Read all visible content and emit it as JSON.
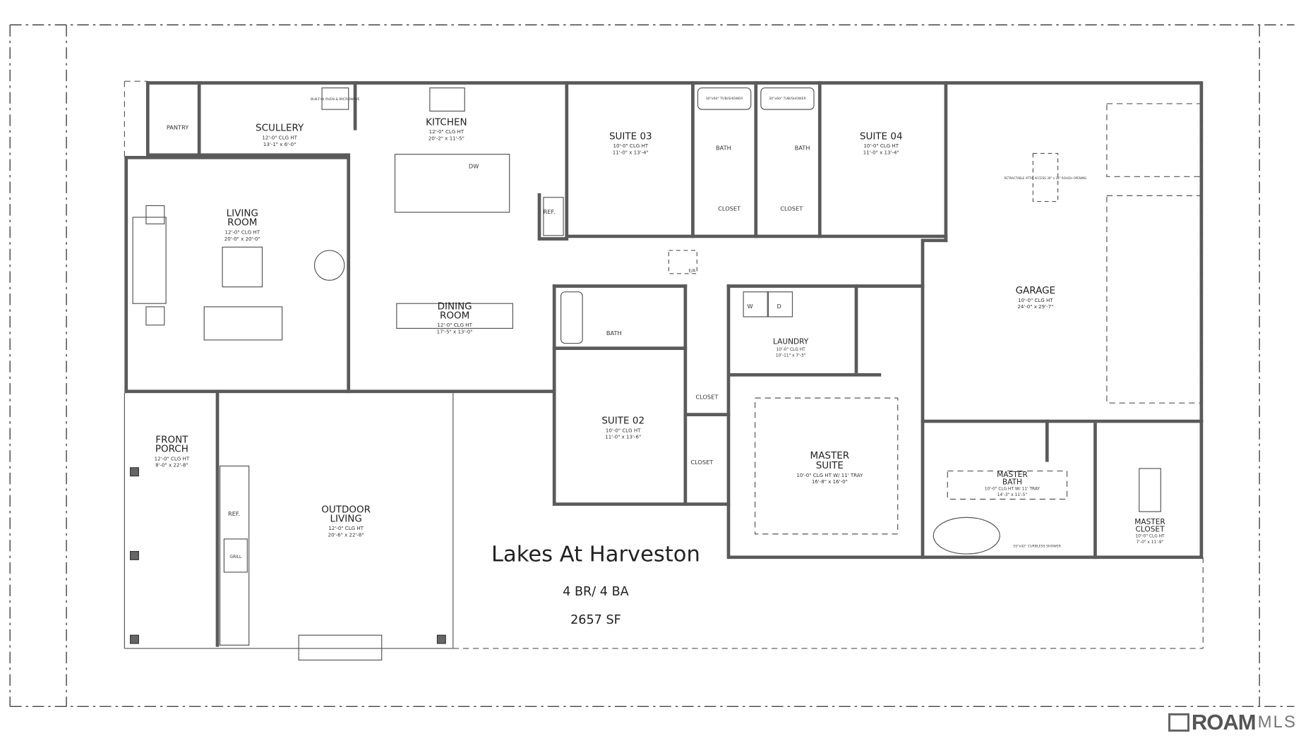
{
  "plan": {
    "title": "Lakes At Harveston",
    "beds_baths": "4 BR/ 4 BA",
    "area": "2657 SF"
  },
  "rooms": {
    "scullery": {
      "name": "SCULLERY",
      "clg": "12'-0\" CLG HT",
      "dims": "13'-1\" x 6'-0\""
    },
    "pantry": {
      "name": "PANTRY"
    },
    "kitchen": {
      "name": "KITCHEN",
      "clg": "12'-0\" CLG HT",
      "dims": "20'-2\" x 11'-5\""
    },
    "living": {
      "name1": "LIVING",
      "name2": "ROOM",
      "clg": "12'-0\" CLG HT",
      "dims": "20'-0\" x 20'-0\""
    },
    "dining": {
      "name1": "DINING",
      "name2": "ROOM",
      "clg": "12'-0\" CLG HT",
      "dims": "17'-5\" x 13'-0\""
    },
    "suite03": {
      "name": "SUITE 03",
      "clg": "10'-0\" CLG HT",
      "dims": "11'-0\" x 13'-4\""
    },
    "suite04": {
      "name": "SUITE 04",
      "clg": "10'-0\" CLG HT",
      "dims": "11'-0\" x 13'-4\""
    },
    "suite02": {
      "name": "SUITE 02",
      "clg": "10'-0\" CLG HT",
      "dims": "11'-0\" x 13'-6\""
    },
    "garage": {
      "name": "GARAGE",
      "clg": "10'-0\" CLG HT",
      "dims": "24'-0\" x 29'-7\""
    },
    "laundry": {
      "name": "LAUNDRY",
      "clg": "10'-0\" CLG HT",
      "dims": "10'-11\" x 7'-3\""
    },
    "master_suite": {
      "name1": "MASTER",
      "name2": "SUITE",
      "clg": "10'-0\" CLG HT W/ 11' TRAY",
      "dims": "16'-8\" x 16'-0\""
    },
    "master_bath": {
      "name1": "MASTER",
      "name2": "BATH",
      "clg": "10'-0\" CLG HT W/ 11' TRAY",
      "dims": "14'-3\" x 11'-5\""
    },
    "master_closet": {
      "name1": "MASTER",
      "name2": "CLOSET",
      "clg": "10'-0\" CLG HT",
      "dims": "7'-0\" x 11'-9\""
    },
    "front_porch": {
      "name1": "FRONT",
      "name2": "PORCH",
      "clg": "12'-0\" CLG HT",
      "dims": "8'-0\" x 22'-8\""
    },
    "outdoor_living": {
      "name1": "OUTDOOR",
      "name2": "LIVING",
      "clg": "12'-0\" CLG HT",
      "dims": "20'-6\" x 22'-8\""
    }
  },
  "labels": {
    "bath": "BATH",
    "closet": "CLOSET",
    "tub_shower": "30\"x60\" TUB/SHOWER",
    "oven": "BUILT-IN OVEN & MICROWAVE",
    "dw": "DW",
    "ref": "REF.",
    "washer": "W",
    "dryer": "D",
    "grill": "GRILL",
    "attic": "E/A",
    "attic_access": "RETRACTABLE ATTIC ACCESS 30\" x 28\" ROUGH OPENING",
    "curbless_shower": "55\"x42\" CURBLESS SHOWER"
  },
  "logo": {
    "text": "ROAM",
    "text2": "MLS"
  }
}
